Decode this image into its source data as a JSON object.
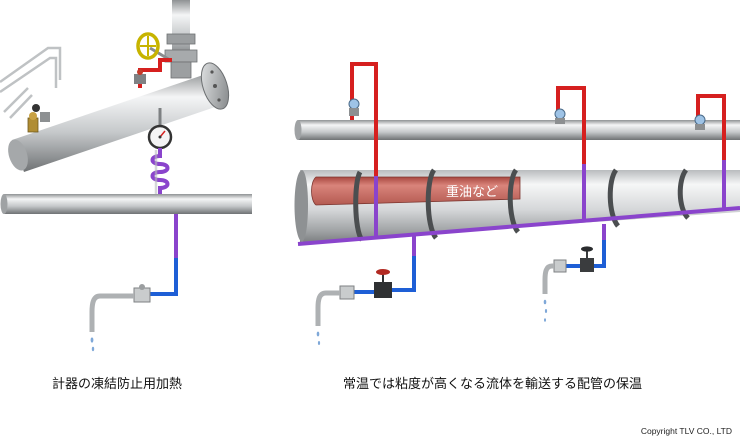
{
  "figure_left": {
    "caption": "計器の凍結防止用加熱"
  },
  "figure_right": {
    "caption": "常温では粘度が高くなる流体を輸送する配管の保温",
    "fluid_label": "重油など"
  },
  "copyright": "Copyright TLV CO., LTD",
  "colors": {
    "steam_supply": "#d6201f",
    "tracing_line": "#8a44cc",
    "condensate_return": "#1e5fd6",
    "heated_pipe_band": "#c0635a",
    "pipe_grey": "#c8cacc"
  },
  "icons": [
    "gate-valve-icon",
    "steam-trap-icon",
    "pressure-gauge-icon",
    "handwheel-valve-icon",
    "drip-icon"
  ]
}
